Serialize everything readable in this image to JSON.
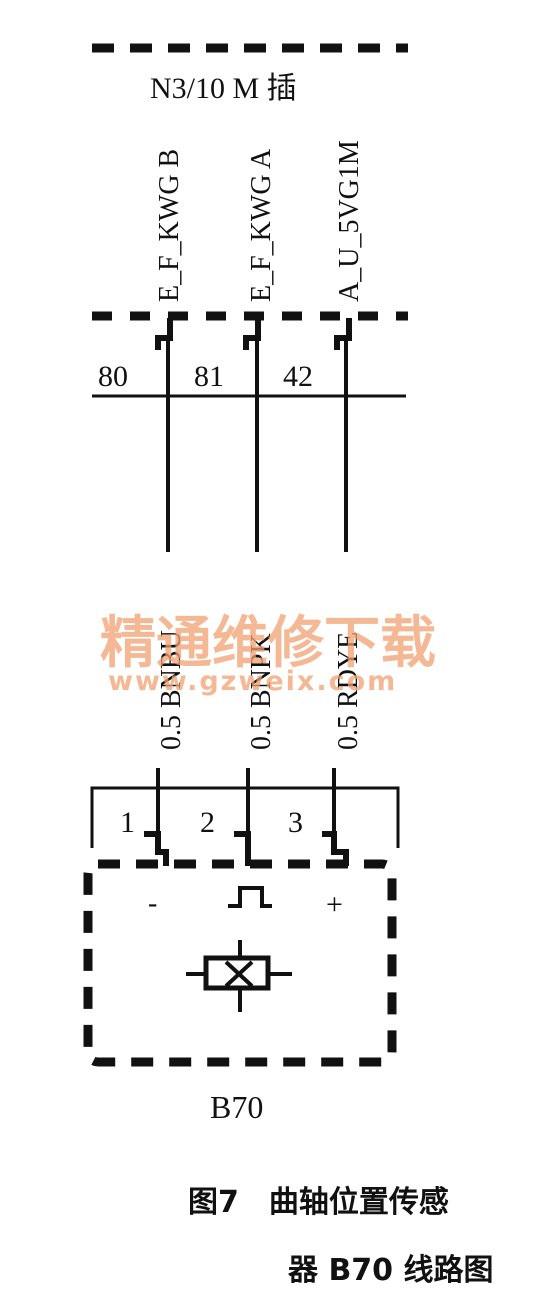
{
  "connector_top": {
    "label": "N3/10 M 插",
    "signals": [
      "E_F_KWG B",
      "E_F_KWG A",
      "A_U_5VG1M"
    ],
    "pins": [
      "80",
      "81",
      "42"
    ]
  },
  "wires": [
    "0.5 BNBU",
    "0.5 BNPK",
    "0.5 RDYE"
  ],
  "sensor": {
    "pins": [
      "1",
      "2",
      "3"
    ],
    "minus_symbol": "-",
    "plus_symbol": "+",
    "label": "B70"
  },
  "watermark": {
    "text": "精通维修下载",
    "url": "www.gzweix.com",
    "color": "#f0a070"
  },
  "caption": {
    "line1": "图7　曲轴位置传感",
    "line2": "器 B70 线路图"
  }
}
